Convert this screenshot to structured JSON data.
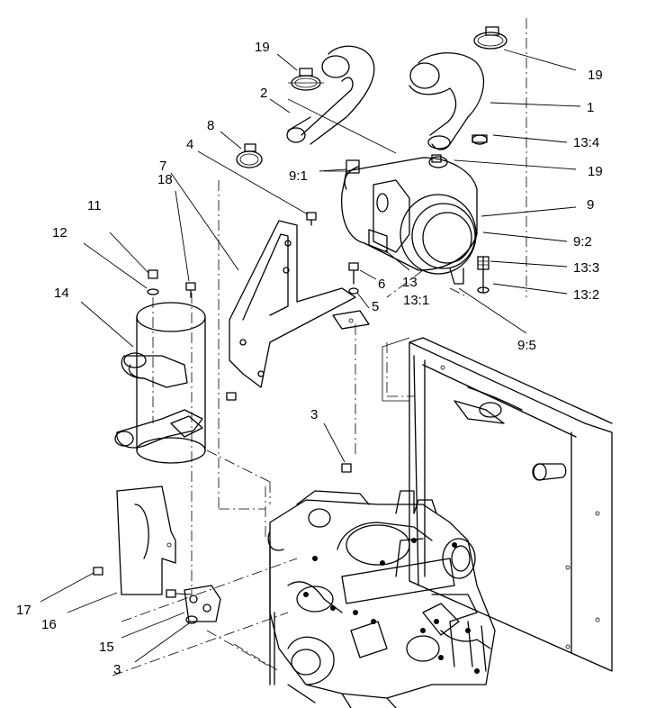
{
  "callouts": [
    {
      "id": "c19a",
      "text": "19"
    },
    {
      "id": "c2",
      "text": "2"
    },
    {
      "id": "c8",
      "text": "8"
    },
    {
      "id": "c4",
      "text": "4"
    },
    {
      "id": "c7",
      "text": "7"
    },
    {
      "id": "c9_1",
      "text": "9:1"
    },
    {
      "id": "c19b",
      "text": "19"
    },
    {
      "id": "c1",
      "text": "1"
    },
    {
      "id": "c13_4",
      "text": "13:4"
    },
    {
      "id": "c19c",
      "text": "19"
    },
    {
      "id": "c9",
      "text": "9"
    },
    {
      "id": "c9_2",
      "text": "9:2"
    },
    {
      "id": "c13_3",
      "text": "13:3"
    },
    {
      "id": "c13_2",
      "text": "13:2"
    },
    {
      "id": "c9_5",
      "text": "9:5"
    },
    {
      "id": "c13",
      "text": "13"
    },
    {
      "id": "c13_1",
      "text": "13:1"
    },
    {
      "id": "c6",
      "text": "6"
    },
    {
      "id": "c5",
      "text": "5"
    },
    {
      "id": "c11",
      "text": "11"
    },
    {
      "id": "c18",
      "text": "18"
    },
    {
      "id": "c12",
      "text": "12"
    },
    {
      "id": "c14",
      "text": "14"
    },
    {
      "id": "c3a",
      "text": "3"
    },
    {
      "id": "c17",
      "text": "17"
    },
    {
      "id": "c16",
      "text": "16"
    },
    {
      "id": "c15",
      "text": "15"
    },
    {
      "id": "c3b",
      "text": "3"
    }
  ]
}
